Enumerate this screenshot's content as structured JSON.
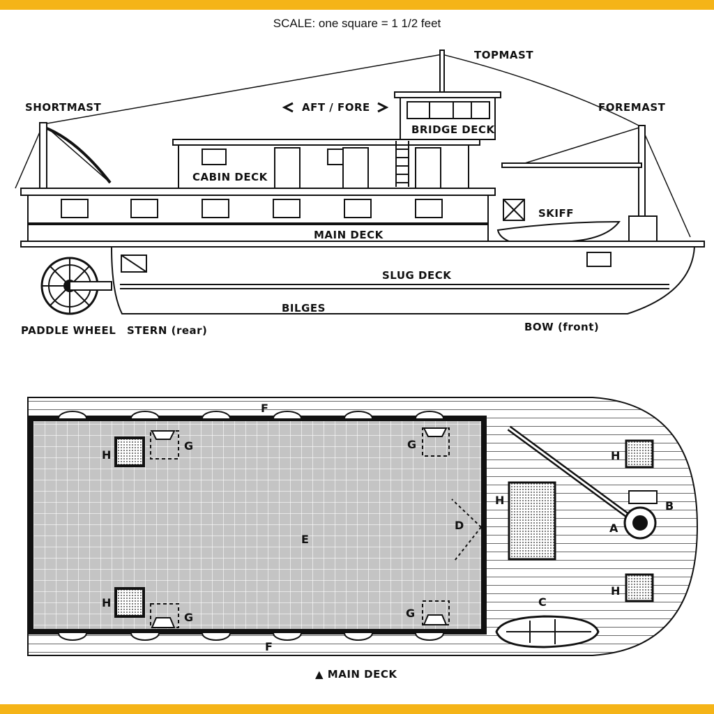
{
  "colors": {
    "accent": "#F5B417",
    "ink": "#111111",
    "paper": "#ffffff",
    "deck_fill": "#c8c8c8"
  },
  "scale_note": "SCALE: one square = 1 1/2 feet",
  "side_view": {
    "topmast": "TOPMAST",
    "shortmast": "SHORTMAST",
    "foremast": "FOREMAST",
    "direction": "AFT / FORE",
    "bridge_deck": "BRIDGE DECK",
    "cabin_deck": "CABIN DECK",
    "skiff": "SKIFF",
    "main_deck": "MAIN DECK",
    "slug_deck": "SLUG DECK",
    "bilges": "BILGES",
    "paddle_wheel": "PADDLE WHEEL",
    "stern": "STERN (rear)",
    "bow": "BOW (front)"
  },
  "plan_view": {
    "caption": "MAIN DECK",
    "keys": {
      "a": "A",
      "b": "B",
      "c": "C",
      "d": "D",
      "e": "E",
      "f": "F",
      "g": "G",
      "h": "H"
    }
  }
}
